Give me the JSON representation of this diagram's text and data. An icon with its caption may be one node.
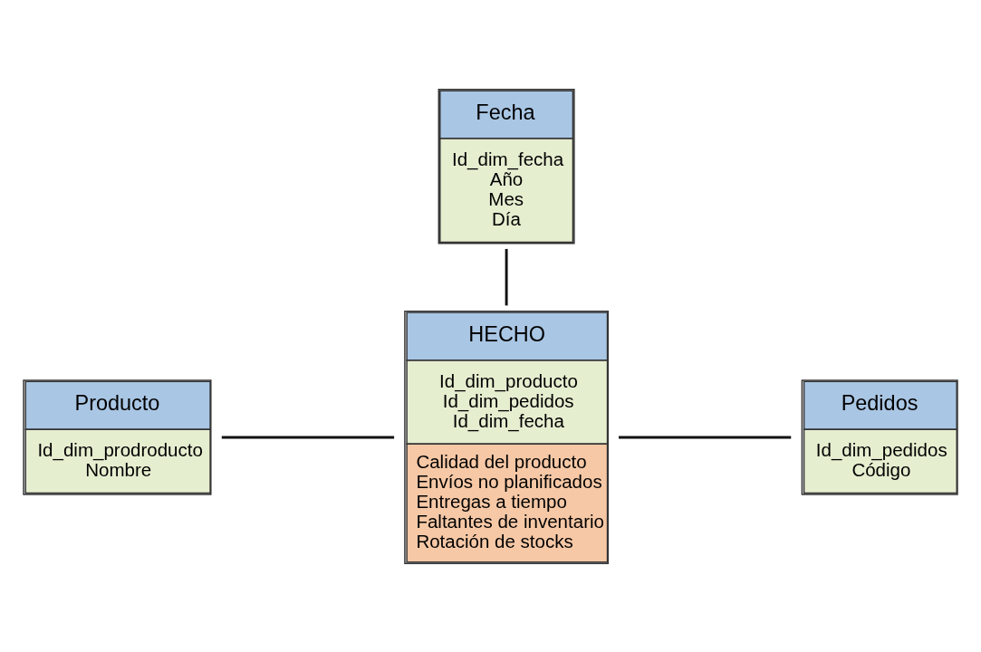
{
  "diagram": {
    "nodes": [
      {
        "text": [
          "Fecha",
          "Id_dim_fecha",
          "Año",
          "Mes",
          "Día"
        ]
      },
      {
        "text": [
          "Producto",
          "Id_dim_prodroducto",
          "Nombre"
        ]
      },
      {
        "text": [
          "HECHO",
          "Id_dim_producto",
          "Id_dim_pedidos",
          "Id_dim_fecha",
          "Calidad del producto",
          "Envíos no planificados",
          "Entregas a tiempo",
          "Faltantes de inventario",
          "Rotación de stocks"
        ]
      },
      {
        "text": [
          "Pedidos",
          "Id_dim_pedidos",
          "Código"
        ]
      }
    ],
    "edges": [
      {
        "from": 0,
        "to": 2,
        "arrow": "none"
      },
      {
        "from": 1,
        "to": 2,
        "arrow": "none"
      },
      {
        "from": 2,
        "to": 3,
        "arrow": "none"
      }
    ]
  }
}
